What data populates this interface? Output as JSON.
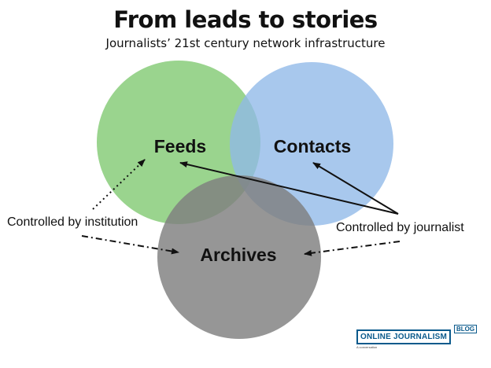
{
  "title": "From leads to stories",
  "subtitle": "Journalists’ 21st century network infrastructure",
  "circles": {
    "feeds": {
      "label": "Feeds",
      "color": "#7ec86e"
    },
    "contacts": {
      "label": "Contacts",
      "color": "#8fb8e8"
    },
    "archives": {
      "label": "Archives",
      "color": "#8a8a8a"
    }
  },
  "annotations": {
    "institution": "Controlled by institution",
    "journalist": "Controlled by journalist"
  },
  "logo": {
    "main": "ONLINE JOURNALISM",
    "badge": "BLOG",
    "tagline": "A conversation"
  }
}
